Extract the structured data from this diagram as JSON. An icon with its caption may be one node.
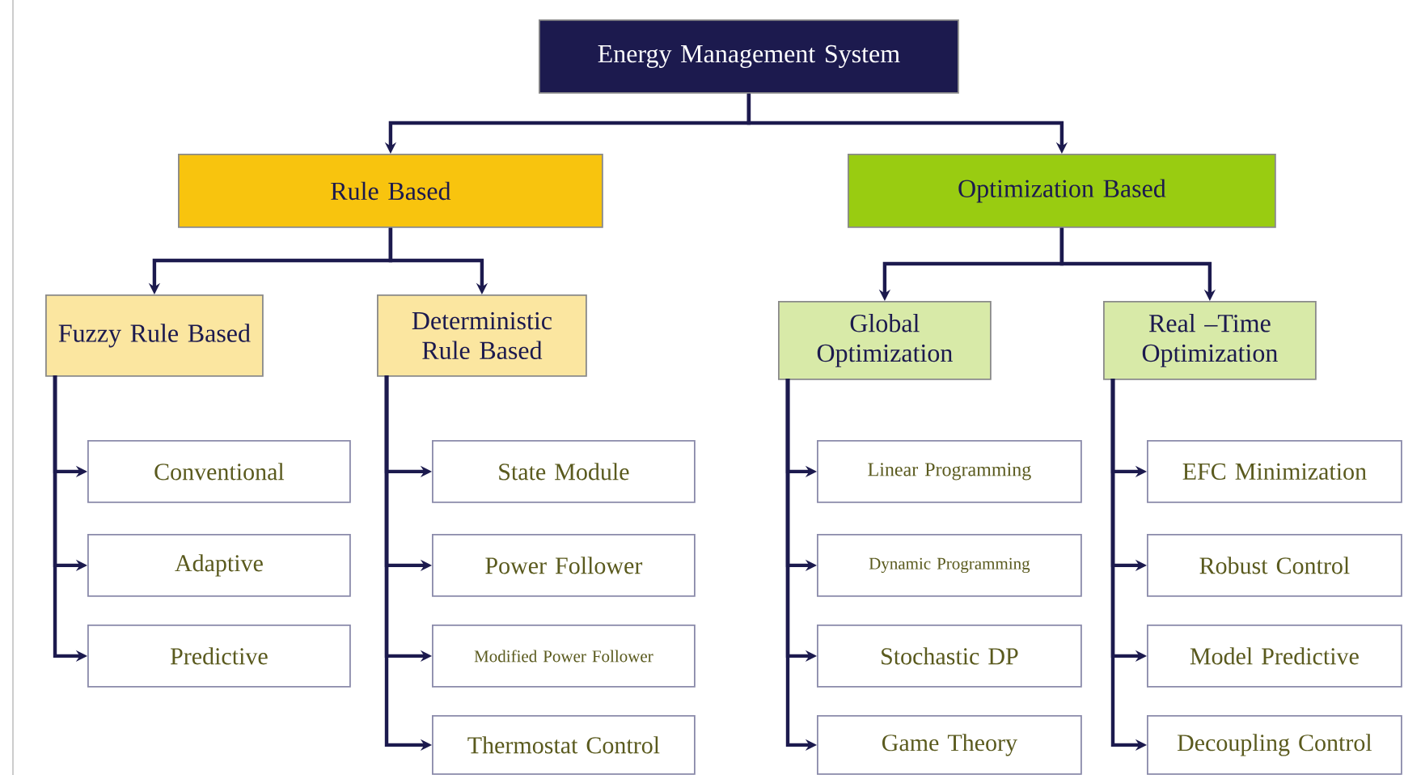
{
  "diagram": {
    "nodes": [
      {
        "text": [
          "Energy Management System"
        ]
      },
      {
        "text": [
          "Rule Based"
        ]
      },
      {
        "text": [
          "Optimization Based"
        ]
      },
      {
        "text": [
          "Fuzzy Rule Based"
        ]
      },
      {
        "text": [
          "Deterministic Rule Based"
        ]
      },
      {
        "text": [
          "Global Optimization"
        ]
      },
      {
        "text": [
          "Real –Time Optimization"
        ]
      },
      {
        "text": [
          "Conventional"
        ]
      },
      {
        "text": [
          "Adaptive"
        ]
      },
      {
        "text": [
          "Predictive"
        ]
      },
      {
        "text": [
          "State Module"
        ]
      },
      {
        "text": [
          "Power  Follower"
        ]
      },
      {
        "text": [
          "Modified Power Follower"
        ]
      },
      {
        "text": [
          "Thermostat Control"
        ]
      },
      {
        "text": [
          "Linear Programming"
        ]
      },
      {
        "text": [
          "Dynamic Programming"
        ]
      },
      {
        "text": [
          "Stochastic DP"
        ]
      },
      {
        "text": [
          "Game Theory"
        ]
      },
      {
        "text": [
          "EFC Minimization"
        ]
      },
      {
        "text": [
          "Robust Control"
        ]
      },
      {
        "text": [
          "Model Predictive"
        ]
      },
      {
        "text": [
          "Decoupling Control"
        ]
      }
    ],
    "edges": [
      {
        "from": 0,
        "to": 1,
        "arrow": "to"
      },
      {
        "from": 0,
        "to": 2,
        "arrow": "to"
      },
      {
        "from": 1,
        "to": 3,
        "arrow": "to"
      },
      {
        "from": 1,
        "to": 4,
        "arrow": "to"
      },
      {
        "from": 2,
        "to": 5,
        "arrow": "to"
      },
      {
        "from": 2,
        "to": 6,
        "arrow": "to"
      },
      {
        "from": 3,
        "to": 7,
        "arrow": "to"
      },
      {
        "from": 3,
        "to": 8,
        "arrow": "to"
      },
      {
        "from": 3,
        "to": 9,
        "arrow": "to"
      },
      {
        "from": 4,
        "to": 10,
        "arrow": "to"
      },
      {
        "from": 4,
        "to": 11,
        "arrow": "to"
      },
      {
        "from": 4,
        "to": 12,
        "arrow": "to"
      },
      {
        "from": 4,
        "to": 13,
        "arrow": "to"
      },
      {
        "from": 5,
        "to": 14,
        "arrow": "to"
      },
      {
        "from": 5,
        "to": 15,
        "arrow": "to"
      },
      {
        "from": 5,
        "to": 16,
        "arrow": "to"
      },
      {
        "from": 5,
        "to": 17,
        "arrow": "to"
      },
      {
        "from": 6,
        "to": 18,
        "arrow": "to"
      },
      {
        "from": 6,
        "to": 19,
        "arrow": "to"
      },
      {
        "from": 6,
        "to": 20,
        "arrow": "to"
      },
      {
        "from": 6,
        "to": 21,
        "arrow": "to"
      }
    ]
  }
}
